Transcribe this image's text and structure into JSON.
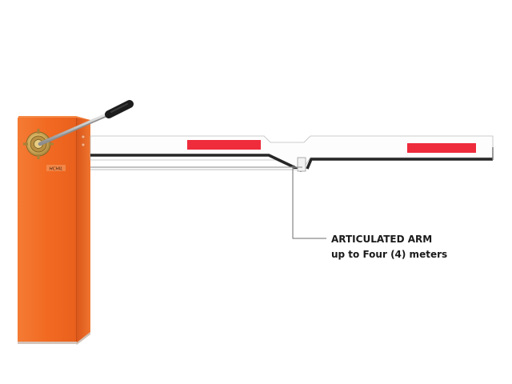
{
  "callout": {
    "line1": "ARTICULATED ARM",
    "line2": "up to Four (4) meters"
  },
  "cabinet": {
    "logo_text": "HCHIL"
  },
  "colors": {
    "cabinet": "#f26a22",
    "cabinet_side": "#e0591b",
    "reflector": "#ee2c3c",
    "arm": "#fafafa",
    "arm_edge": "#2a2a2a",
    "callout_line": "#666666"
  }
}
